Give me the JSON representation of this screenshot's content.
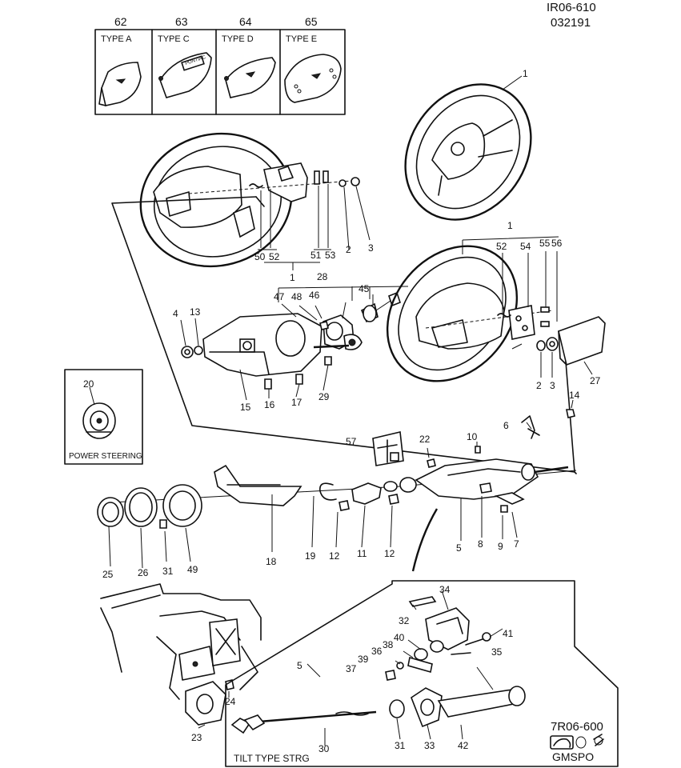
{
  "refs": {
    "top_code": "IR06-610",
    "top_date": "032191",
    "bottom_code": "7R06-600",
    "logo_text": "GMSPO"
  },
  "boxes": {
    "types": [
      {
        "num": "62",
        "label": "TYPE A"
      },
      {
        "num": "63",
        "label": "TYPE C"
      },
      {
        "num": "64",
        "label": "TYPE D"
      },
      {
        "num": "65",
        "label": "TYPE E"
      }
    ],
    "type_c_badge": "PONTIAC",
    "power_steering_num": "20",
    "power_steering_label": "POWER STEERING",
    "tilt_label": "TILT TYPE STRG"
  },
  "callouts": [
    {
      "id": "1a",
      "text": "1"
    },
    {
      "id": "2a",
      "text": "2"
    },
    {
      "id": "3a",
      "text": "3"
    },
    {
      "id": "50",
      "text": "50"
    },
    {
      "id": "52a",
      "text": "52"
    },
    {
      "id": "51",
      "text": "51"
    },
    {
      "id": "53",
      "text": "53"
    },
    {
      "id": "1b",
      "text": "1"
    },
    {
      "id": "52b",
      "text": "52"
    },
    {
      "id": "54",
      "text": "54"
    },
    {
      "id": "55",
      "text": "55"
    },
    {
      "id": "56",
      "text": "56"
    },
    {
      "id": "1c",
      "text": "1"
    },
    {
      "id": "28",
      "text": "28"
    },
    {
      "id": "47",
      "text": "47"
    },
    {
      "id": "48",
      "text": "48"
    },
    {
      "id": "46",
      "text": "46"
    },
    {
      "id": "45",
      "text": "45"
    },
    {
      "id": "4",
      "text": "4"
    },
    {
      "id": "13",
      "text": "13"
    },
    {
      "id": "15",
      "text": "15"
    },
    {
      "id": "16",
      "text": "16"
    },
    {
      "id": "17",
      "text": "17"
    },
    {
      "id": "29",
      "text": "29"
    },
    {
      "id": "2b",
      "text": "2"
    },
    {
      "id": "3b",
      "text": "3"
    },
    {
      "id": "27",
      "text": "27"
    },
    {
      "id": "14",
      "text": "14"
    },
    {
      "id": "6",
      "text": "6"
    },
    {
      "id": "10",
      "text": "10"
    },
    {
      "id": "22",
      "text": "22"
    },
    {
      "id": "57",
      "text": "57"
    },
    {
      "id": "5a",
      "text": "5"
    },
    {
      "id": "8",
      "text": "8"
    },
    {
      "id": "9",
      "text": "9"
    },
    {
      "id": "7",
      "text": "7"
    },
    {
      "id": "12a",
      "text": "12"
    },
    {
      "id": "12b",
      "text": "12"
    },
    {
      "id": "11",
      "text": "11"
    },
    {
      "id": "19",
      "text": "19"
    },
    {
      "id": "18",
      "text": "18"
    },
    {
      "id": "25",
      "text": "25"
    },
    {
      "id": "26",
      "text": "26"
    },
    {
      "id": "31a",
      "text": "31"
    },
    {
      "id": "49",
      "text": "49"
    },
    {
      "id": "34",
      "text": "34"
    },
    {
      "id": "32",
      "text": "32"
    },
    {
      "id": "41",
      "text": "41"
    },
    {
      "id": "40",
      "text": "40"
    },
    {
      "id": "38",
      "text": "38"
    },
    {
      "id": "36",
      "text": "36"
    },
    {
      "id": "39",
      "text": "39"
    },
    {
      "id": "37",
      "text": "37"
    },
    {
      "id": "35",
      "text": "35"
    },
    {
      "id": "5b",
      "text": "5"
    },
    {
      "id": "24",
      "text": "24"
    },
    {
      "id": "23",
      "text": "23"
    },
    {
      "id": "30",
      "text": "30"
    },
    {
      "id": "31b",
      "text": "31"
    },
    {
      "id": "33",
      "text": "33"
    },
    {
      "id": "42",
      "text": "42"
    }
  ]
}
